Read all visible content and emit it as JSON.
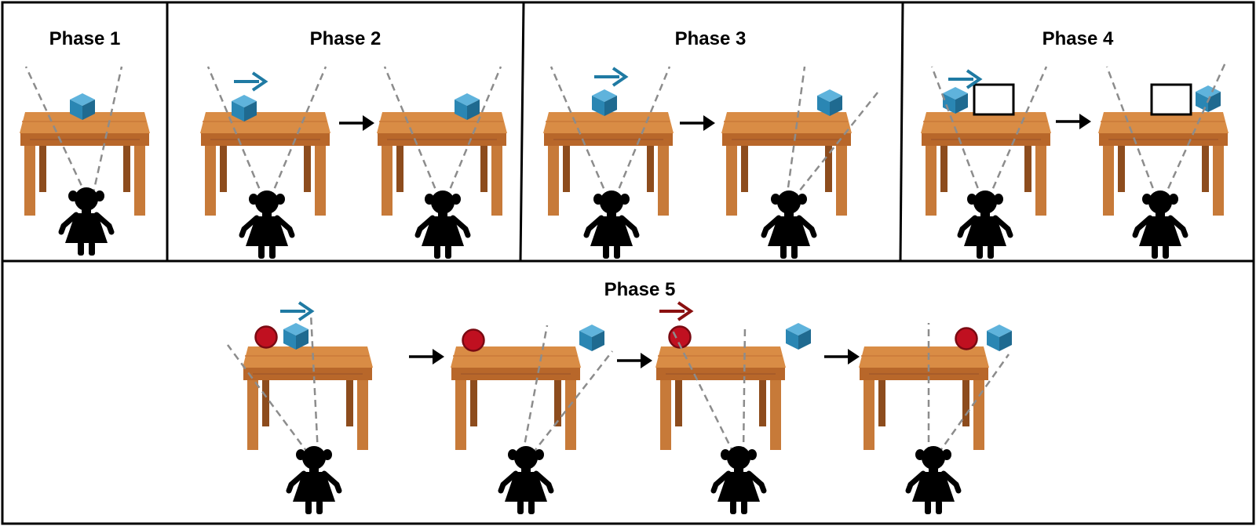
{
  "phases": [
    {
      "title": "Phase 1"
    },
    {
      "title": "Phase 2"
    },
    {
      "title": "Phase 3"
    },
    {
      "title": "Phase 4"
    },
    {
      "title": "Phase 5"
    }
  ],
  "colors": {
    "border": "#000000",
    "table_top": "#d98c45",
    "table_edge": "#b8672a",
    "table_leg": "#c77a39",
    "cube_front": "#2a86b3",
    "cube_top": "#5fb3dc",
    "cube_side": "#1f6a90",
    "move_arrow_blue": "#1f7aa3",
    "move_arrow_red": "#8a1010",
    "ball": "#c01020",
    "ball_outline": "#7a0a12",
    "gaze_line": "#8c8c8c",
    "child": "#000000",
    "step_arrow": "#000000",
    "screen": "#ffffff"
  },
  "icons": {
    "table": "table-icon",
    "cube": "cube-icon",
    "ball": "ball-icon",
    "child": "child-icon",
    "screen": "screen-icon",
    "move_arrow": "move-arrow-icon",
    "step_arrow": "step-arrow-icon"
  }
}
